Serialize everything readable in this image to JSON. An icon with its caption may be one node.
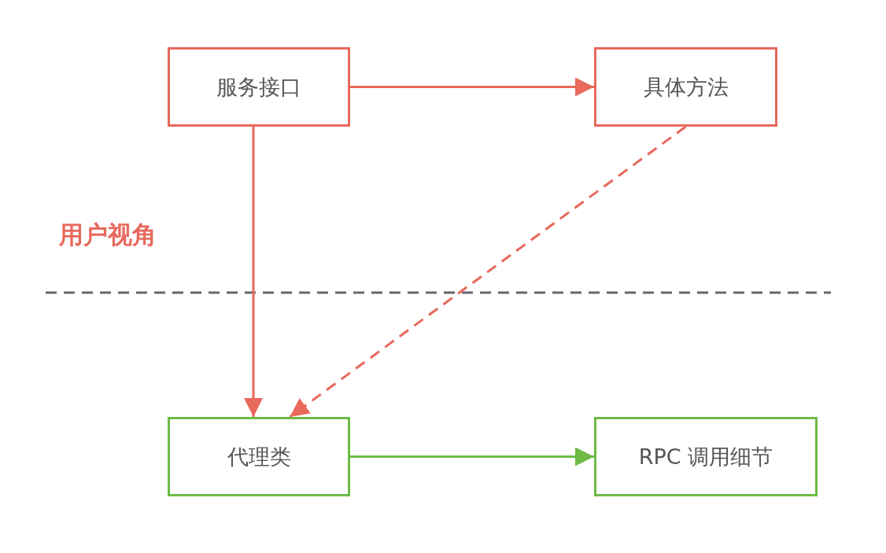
{
  "diagram": {
    "nodes": [
      {
        "text": [
          "服务接口"
        ]
      },
      {
        "text": [
          "具体方法"
        ]
      },
      {
        "text": [
          "代理类"
        ]
      },
      {
        "text": [
          "RPC 调用细节"
        ]
      }
    ],
    "edges": [
      {
        "from": 0,
        "to": 1,
        "arrow": "to"
      },
      {
        "from": 0,
        "to": 2,
        "arrow": "to"
      },
      {
        "from": 1,
        "to": 2,
        "arrow": "to",
        "style": "dashed"
      },
      {
        "from": 2,
        "to": 3,
        "arrow": "to",
        "color": "#6dbb45"
      }
    ],
    "labels": [
      "用户视角"
    ]
  }
}
